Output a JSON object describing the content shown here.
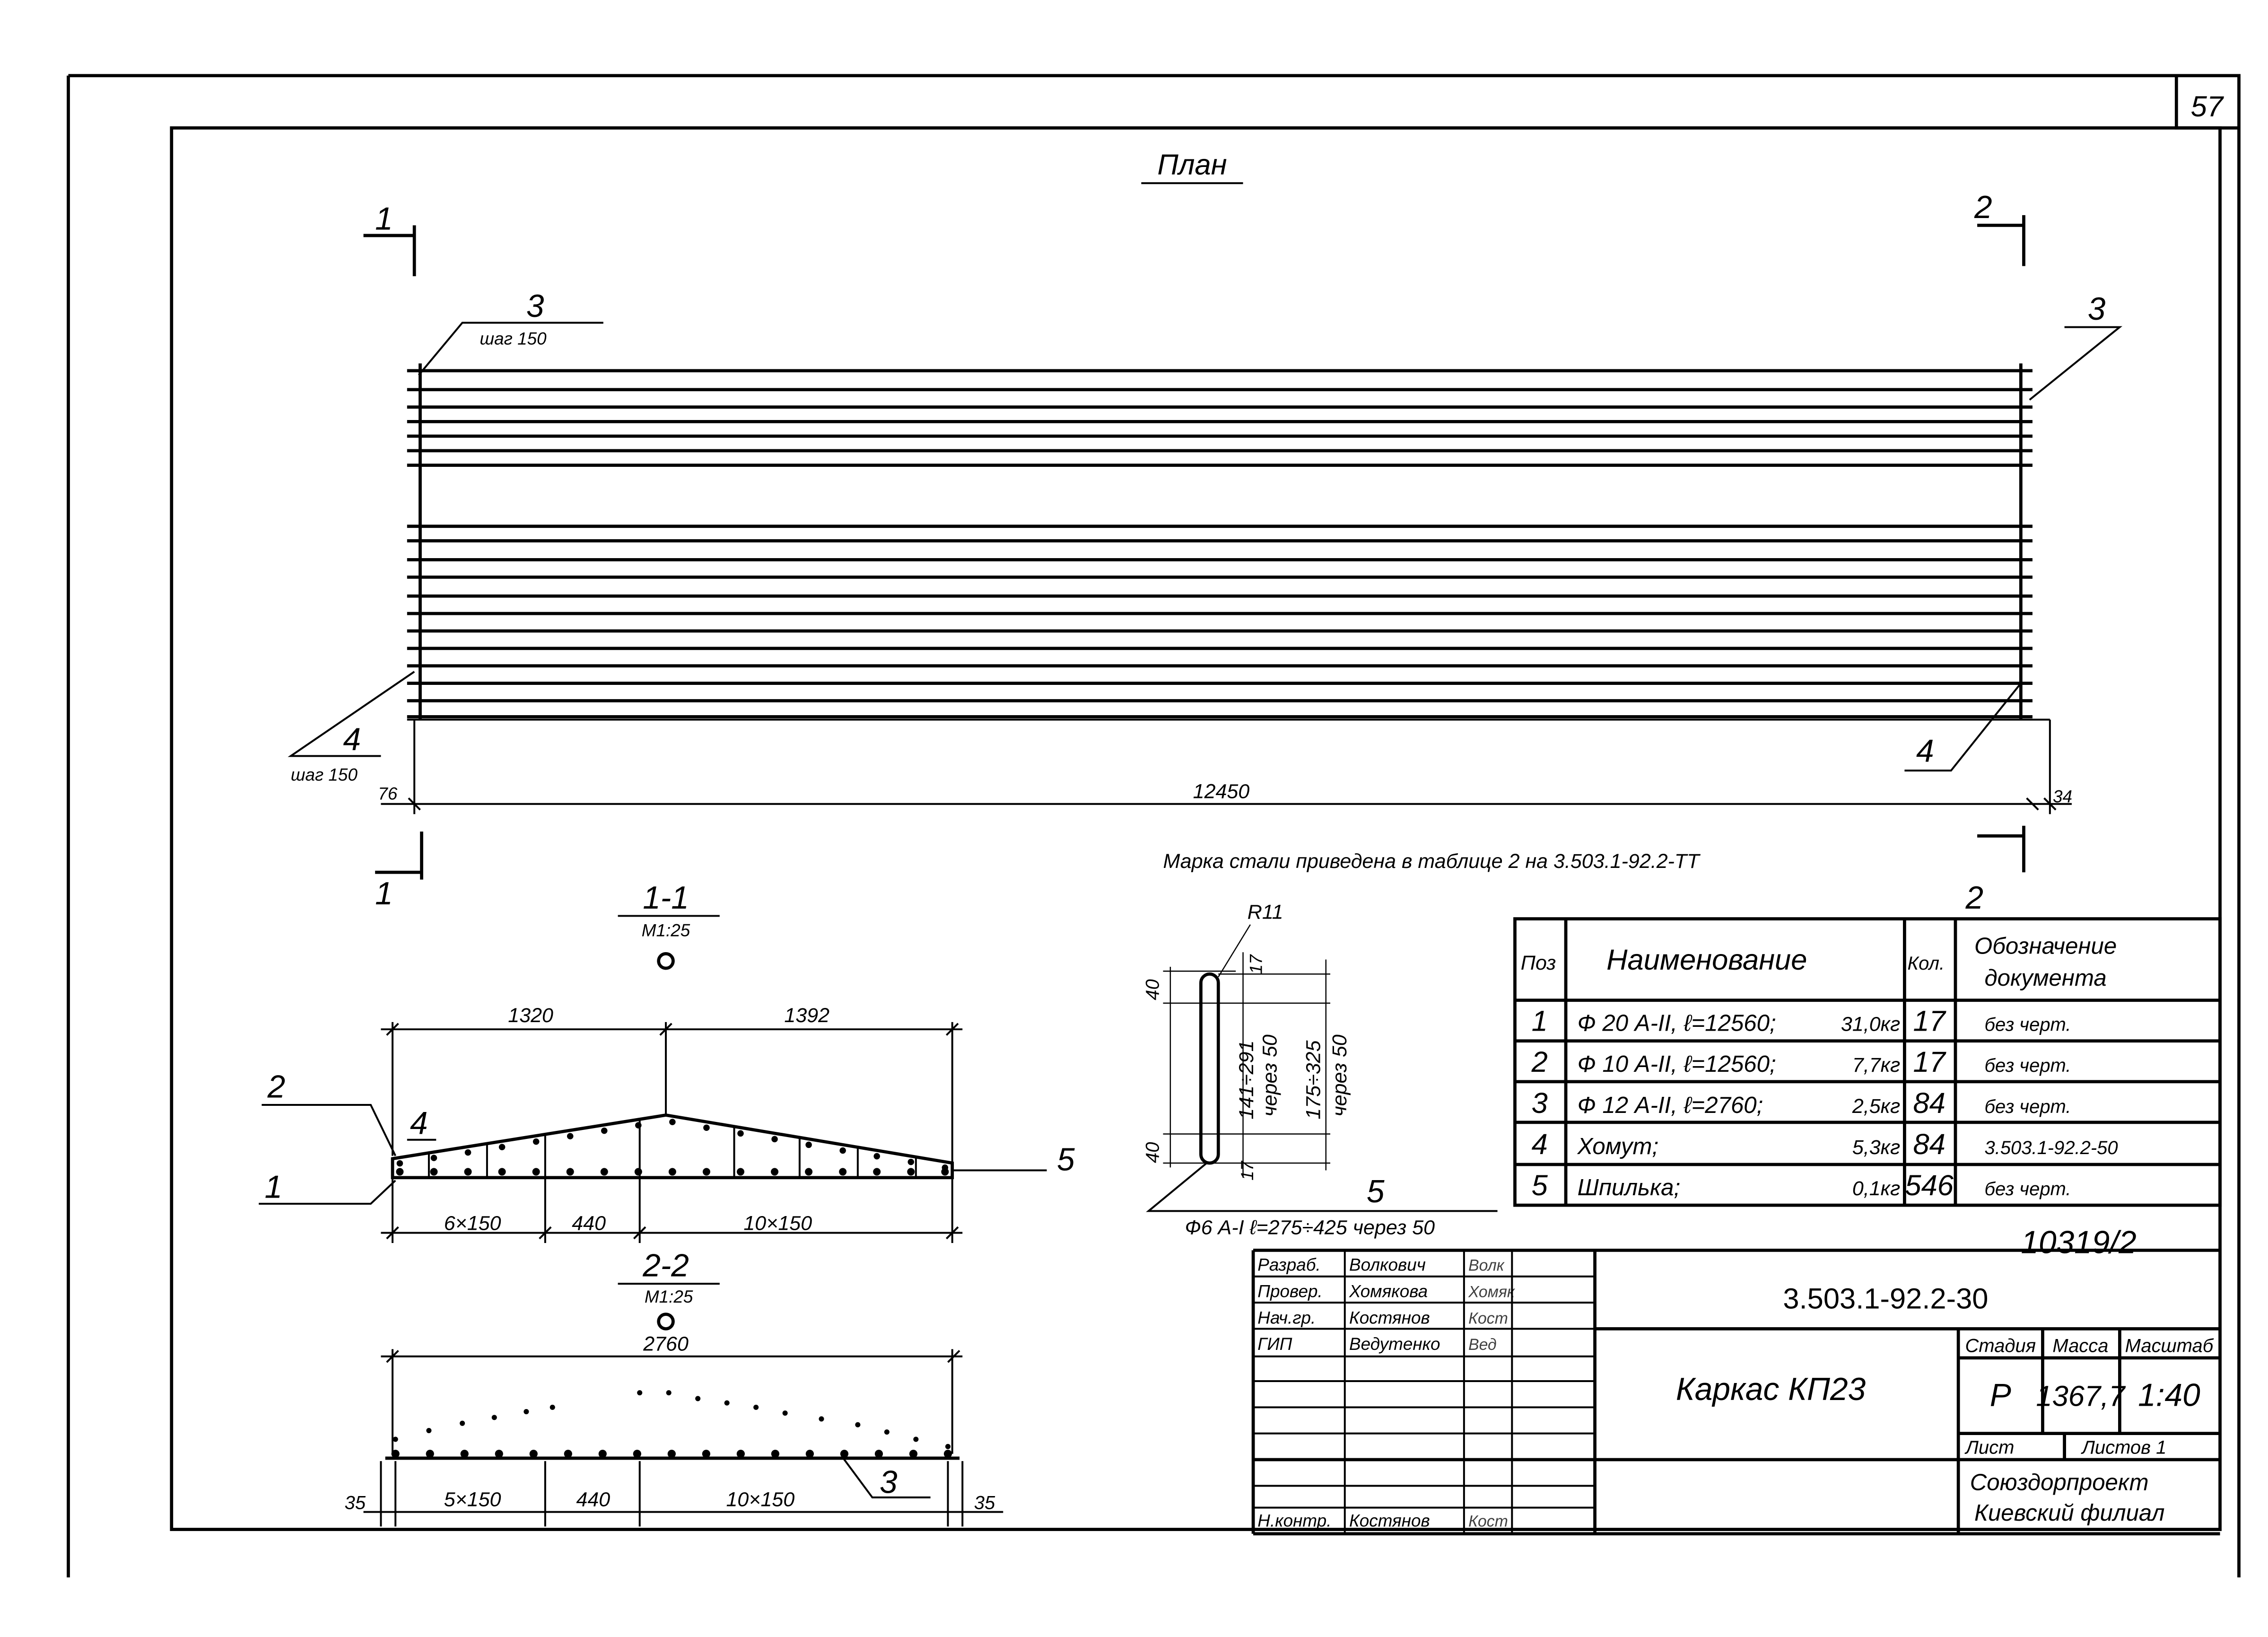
{
  "sheet_number": "57",
  "plan": {
    "title": "План",
    "section_1": "1",
    "section_2": "2",
    "pos3_label": "3",
    "pos3_step": "шаг 150",
    "pos4_label": "4",
    "pos4_step": "шаг 150",
    "dim_left": "76",
    "dim_total": "12450",
    "dim_right": "34",
    "steel_note": "Марка стали приведена в таблице 2 на 3.503.1-92.2-ТТ"
  },
  "section_1_1": {
    "title": "1-1",
    "scale": "М1:25",
    "dim_left": "1320",
    "dim_right": "1392",
    "pos2": "2",
    "pos4": "4",
    "pos1": "1",
    "pos5": "5",
    "dim_b1": "6×150",
    "dim_b2": "440",
    "dim_b3": "10×150"
  },
  "section_2_2": {
    "title": "2-2",
    "scale": "М1:25",
    "dim_total": "2760",
    "pos3": "3",
    "dim_b0": "35",
    "dim_b1": "5×150",
    "dim_b2": "440",
    "dim_b3": "10×150",
    "dim_b4": "35"
  },
  "pin_detail": {
    "radius": "R11",
    "dim_top": "40",
    "dim_bottom": "40",
    "dim_17_top": "17",
    "dim_17_bottom": "17",
    "dim_inner": "141÷291",
    "dim_inner_step": "через 50",
    "dim_outer": "175÷325",
    "dim_outer_step": "через 50",
    "label": "5",
    "spec": "Ф6 А-I  ℓ=275÷425 через 50"
  },
  "spec_table": {
    "headers": [
      "Поз",
      "Наименование",
      "Кол.",
      "Обозначение",
      "документа"
    ],
    "rows": [
      {
        "pos": "1",
        "name": "Ф 20 А-II, ℓ=12560;",
        "mass": "31,0кг",
        "qty": "17",
        "doc": "без черт."
      },
      {
        "pos": "2",
        "name": "Ф 10 А-II, ℓ=12560;",
        "mass": "7,7кг",
        "qty": "17",
        "doc": "без черт."
      },
      {
        "pos": "3",
        "name": "Ф 12 А-II, ℓ=2760;",
        "mass": "2,5кг",
        "qty": "84",
        "doc": "без черт."
      },
      {
        "pos": "4",
        "name": "Хомут;",
        "mass": "5,3кг",
        "qty": "84",
        "doc": "3.503.1-92.2-50"
      },
      {
        "pos": "5",
        "name": "Шпилька;",
        "mass": "0,1кг",
        "qty": "546",
        "doc": "без черт."
      }
    ]
  },
  "inventory_number": "10319/2",
  "title_block": {
    "roles": [
      {
        "role": "Разраб.",
        "name": "Волкович",
        "signature": "Волк"
      },
      {
        "role": "Провер.",
        "name": "Хомякова",
        "signature": "Хомяк"
      },
      {
        "role": "Нач.гр.",
        "name": "Костянов",
        "signature": "Кост"
      },
      {
        "role": "ГИП",
        "name": "Ведутенко",
        "signature": "Вед"
      }
    ],
    "norm_control": {
      "role": "Н.контр.",
      "name": "Костянов",
      "signature": "Кост"
    },
    "code": "3.503.1-92.2-30",
    "drawing_title": "Каркас КП23",
    "stage_label": "Стадия",
    "mass_label": "Масса",
    "scale_label": "Масштаб",
    "stage": "Р",
    "mass": "1367,7",
    "scale": "1:40",
    "sheet_label": "Лист",
    "sheets_label": "Листов 1",
    "org_line1": "Союздорпроект",
    "org_line2": "Киевский филиал"
  }
}
